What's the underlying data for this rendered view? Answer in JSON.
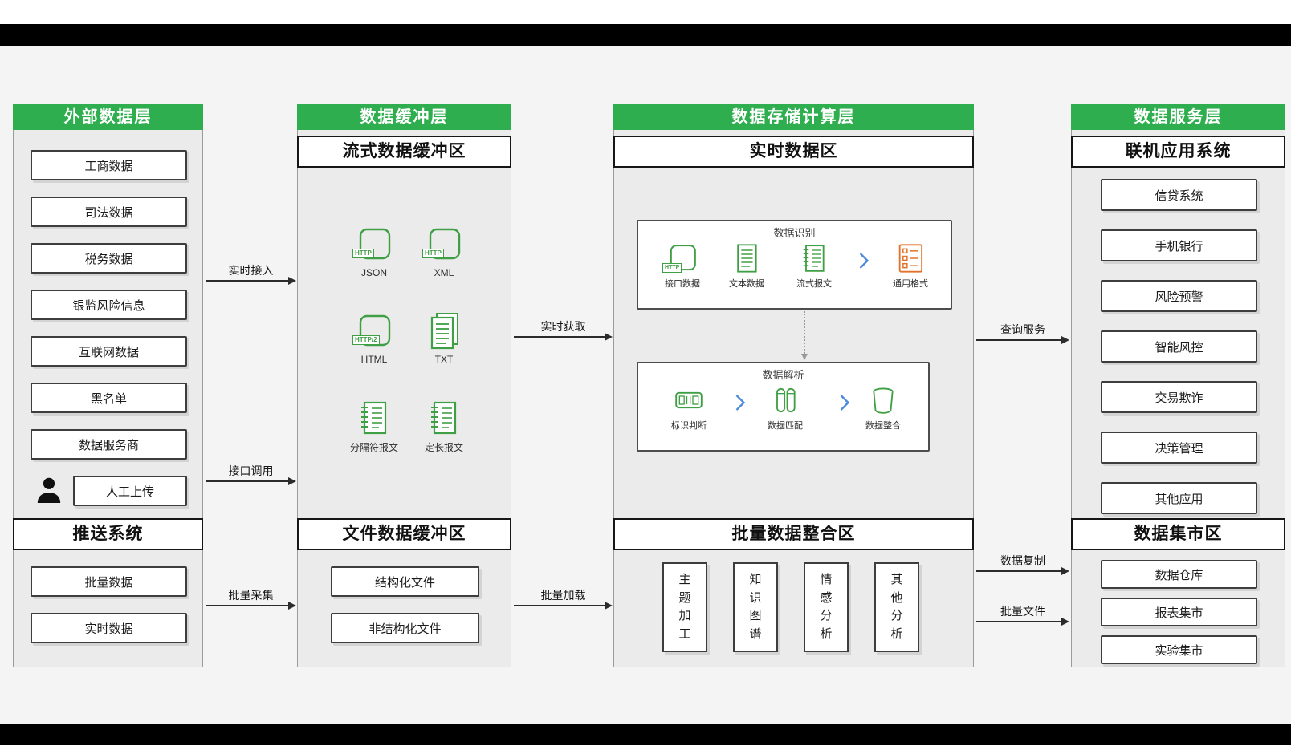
{
  "colors": {
    "header_green": "#2fae4f",
    "icon_green": "#3f9f44",
    "icon_orange": "#e2712a",
    "chevron_blue": "#4a89dc"
  },
  "col1": {
    "title": "外部数据层",
    "boxes": [
      "工商数据",
      "司法数据",
      "税务数据",
      "银监风险信息",
      "互联网数据",
      "黑名单",
      "数据服务商"
    ],
    "manual_upload": "人工上传",
    "subtitle": "推送系统",
    "push_boxes": [
      "批量数据",
      "实时数据"
    ]
  },
  "col2": {
    "title": "数据缓冲层",
    "stream_title": "流式数据缓冲区",
    "stream_items": [
      {
        "label": "JSON",
        "badge": "HTTP"
      },
      {
        "label": "XML",
        "badge": "HTTP"
      },
      {
        "label": "HTML",
        "badge": "HTTP/2"
      },
      {
        "label": "TXT"
      },
      {
        "label": "分隔符报文"
      },
      {
        "label": "定长报文"
      }
    ],
    "file_title": "文件数据缓冲区",
    "file_boxes": [
      "结构化文件",
      "非结构化文件"
    ]
  },
  "col3": {
    "title": "数据存储计算层",
    "realtime_title": "实时数据区",
    "recognition": {
      "title": "数据识别",
      "badge": "HTTP",
      "items": [
        "接口数据",
        "文本数据",
        "流式报文",
        "通用格式"
      ]
    },
    "parsing": {
      "title": "数据解析",
      "items": [
        "标识判断",
        "数据匹配",
        "数据整合"
      ]
    },
    "batch_title": "批量数据整合区",
    "batch_boxes": [
      "主题加工",
      "知识图谱",
      "情感分析",
      "其他分析"
    ]
  },
  "col4": {
    "title": "数据服务层",
    "online_title": "联机应用系统",
    "online_boxes": [
      "信贷系统",
      "手机银行",
      "风险预警",
      "智能风控",
      "交易欺诈",
      "决策管理",
      "其他应用"
    ],
    "mart_title": "数据集市区",
    "mart_boxes": [
      "数据仓库",
      "报表集市",
      "实验集市"
    ]
  },
  "arrows": {
    "realtime_access": "实时接入",
    "interface_call": "接口调用",
    "batch_collect": "批量采集",
    "realtime_fetch": "实时获取",
    "batch_load": "批量加载",
    "query_service": "查询服务",
    "data_copy": "数据复制",
    "batch_file": "批量文件"
  }
}
